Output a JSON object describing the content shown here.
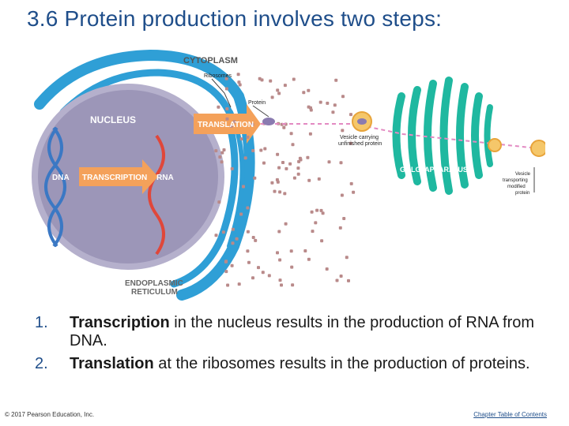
{
  "title": "3.6 Protein production involves two steps:",
  "diagram": {
    "labels": {
      "cytoplasm": "CYTOPLASM",
      "ribosomes": "Ribosomes",
      "protein": "Protein",
      "translation": "TRANSLATION",
      "nucleus": "NUCLEUS",
      "dna": "DNA",
      "transcription": "TRANSCRIPTION",
      "rna": "RNA",
      "er_line1": "ENDOPLASMIC",
      "er_line2": "RETICULUM",
      "vesicle_unfinished_line1": "Vesicle carrying",
      "vesicle_unfinished_line2": "unfinished protein",
      "golgi": "GOLGI APPARATUS",
      "vesicle_modified_line1": "Vesicle",
      "vesicle_modified_line2": "transporting",
      "vesicle_modified_line3": "modified",
      "vesicle_modified_line4": "protein"
    },
    "colors": {
      "nucleus": "#9c96b8",
      "er": "#2f9fd6",
      "golgi": "#1fb8a0",
      "dna": "#3b78c4",
      "rna": "#e0473a",
      "arrow": "#f4a15a",
      "ribosome": "#b98a8a",
      "vesicle": "#f5c76a"
    }
  },
  "points": [
    {
      "number": "1.",
      "term": "Transcription",
      "rest": " in the nucleus results in the production of RNA from DNA."
    },
    {
      "number": "2.",
      "term": "Translation",
      "rest": " at the ribosomes results in the production of proteins."
    }
  ],
  "footer": {
    "copyright": "© 2017 Pearson Education, Inc.",
    "link": "Chapter Table of Contents"
  }
}
